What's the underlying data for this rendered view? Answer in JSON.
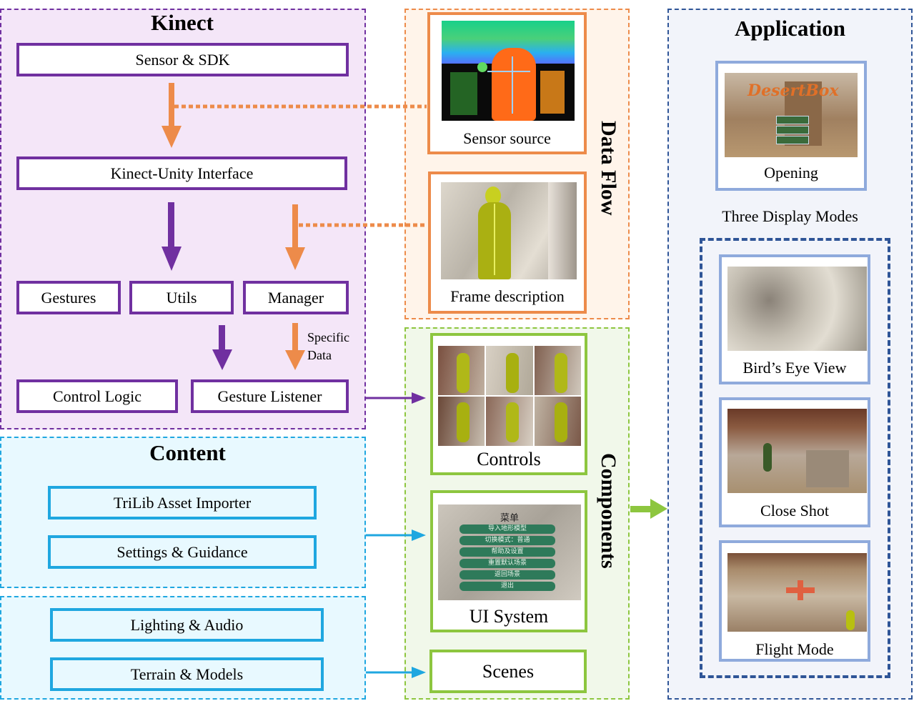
{
  "kinect": {
    "title": "Kinect",
    "sensor_sdk": "Sensor & SDK",
    "interface": "Kinect-Unity Interface",
    "gestures": "Gestures",
    "utils": "Utils",
    "manager": "Manager",
    "specific_data": "Specific Data",
    "control_logic": "Control Logic",
    "gesture_listener": "Gesture Listener"
  },
  "content": {
    "title": "Content",
    "trilib": "TriLib Asset Importer",
    "settings": "Settings & Guidance",
    "lighting": "Lighting & Audio",
    "terrain": "Terrain & Models"
  },
  "data_flow": {
    "label": "Data Flow",
    "sensor_source": "Sensor source",
    "frame_description": "Frame description"
  },
  "components": {
    "label": "Components",
    "controls": "Controls",
    "ui_system": "UI System",
    "scenes": "Scenes",
    "menu": {
      "title": "菜单",
      "items": [
        "导入地形模型",
        "切换模式：普通",
        "帮助及设置",
        "重置默认场景",
        "返回场景",
        "退出"
      ]
    }
  },
  "application": {
    "title": "Application",
    "opening": "Opening",
    "game_logo": "DesertBox",
    "modes_label": "Three Display Modes",
    "birds_eye": "Bird’s Eye View",
    "close_shot": "Close Shot",
    "flight_mode": "Flight Mode"
  },
  "colors": {
    "kinect": "#7030a0",
    "content": "#1fa7e0",
    "data_flow": "#ed8b4a",
    "components": "#8dc63f",
    "application": "#2f5597"
  }
}
